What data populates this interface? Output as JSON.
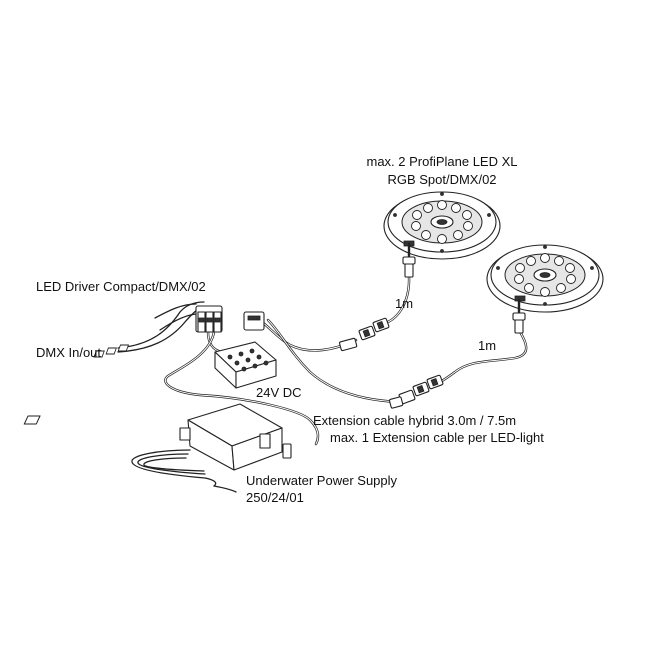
{
  "labels": {
    "light_title_line1": "max. 2 ProfiPlane  LED XL",
    "light_title_line2": "RGB  Spot/DMX/02",
    "driver": "LED Driver Compact/DMX/02",
    "dmx": "DMX In/out",
    "cable_len_top": "1m",
    "cable_len_right": "1m",
    "voltage": "24V DC",
    "extension_line1": "Extension cable hybrid 3.0m / 7.5m",
    "extension_line2": "max. 1 Extension cable per LED-light",
    "psu_line1": "Underwater Power Supply",
    "psu_line2": "250/24/01"
  }
}
